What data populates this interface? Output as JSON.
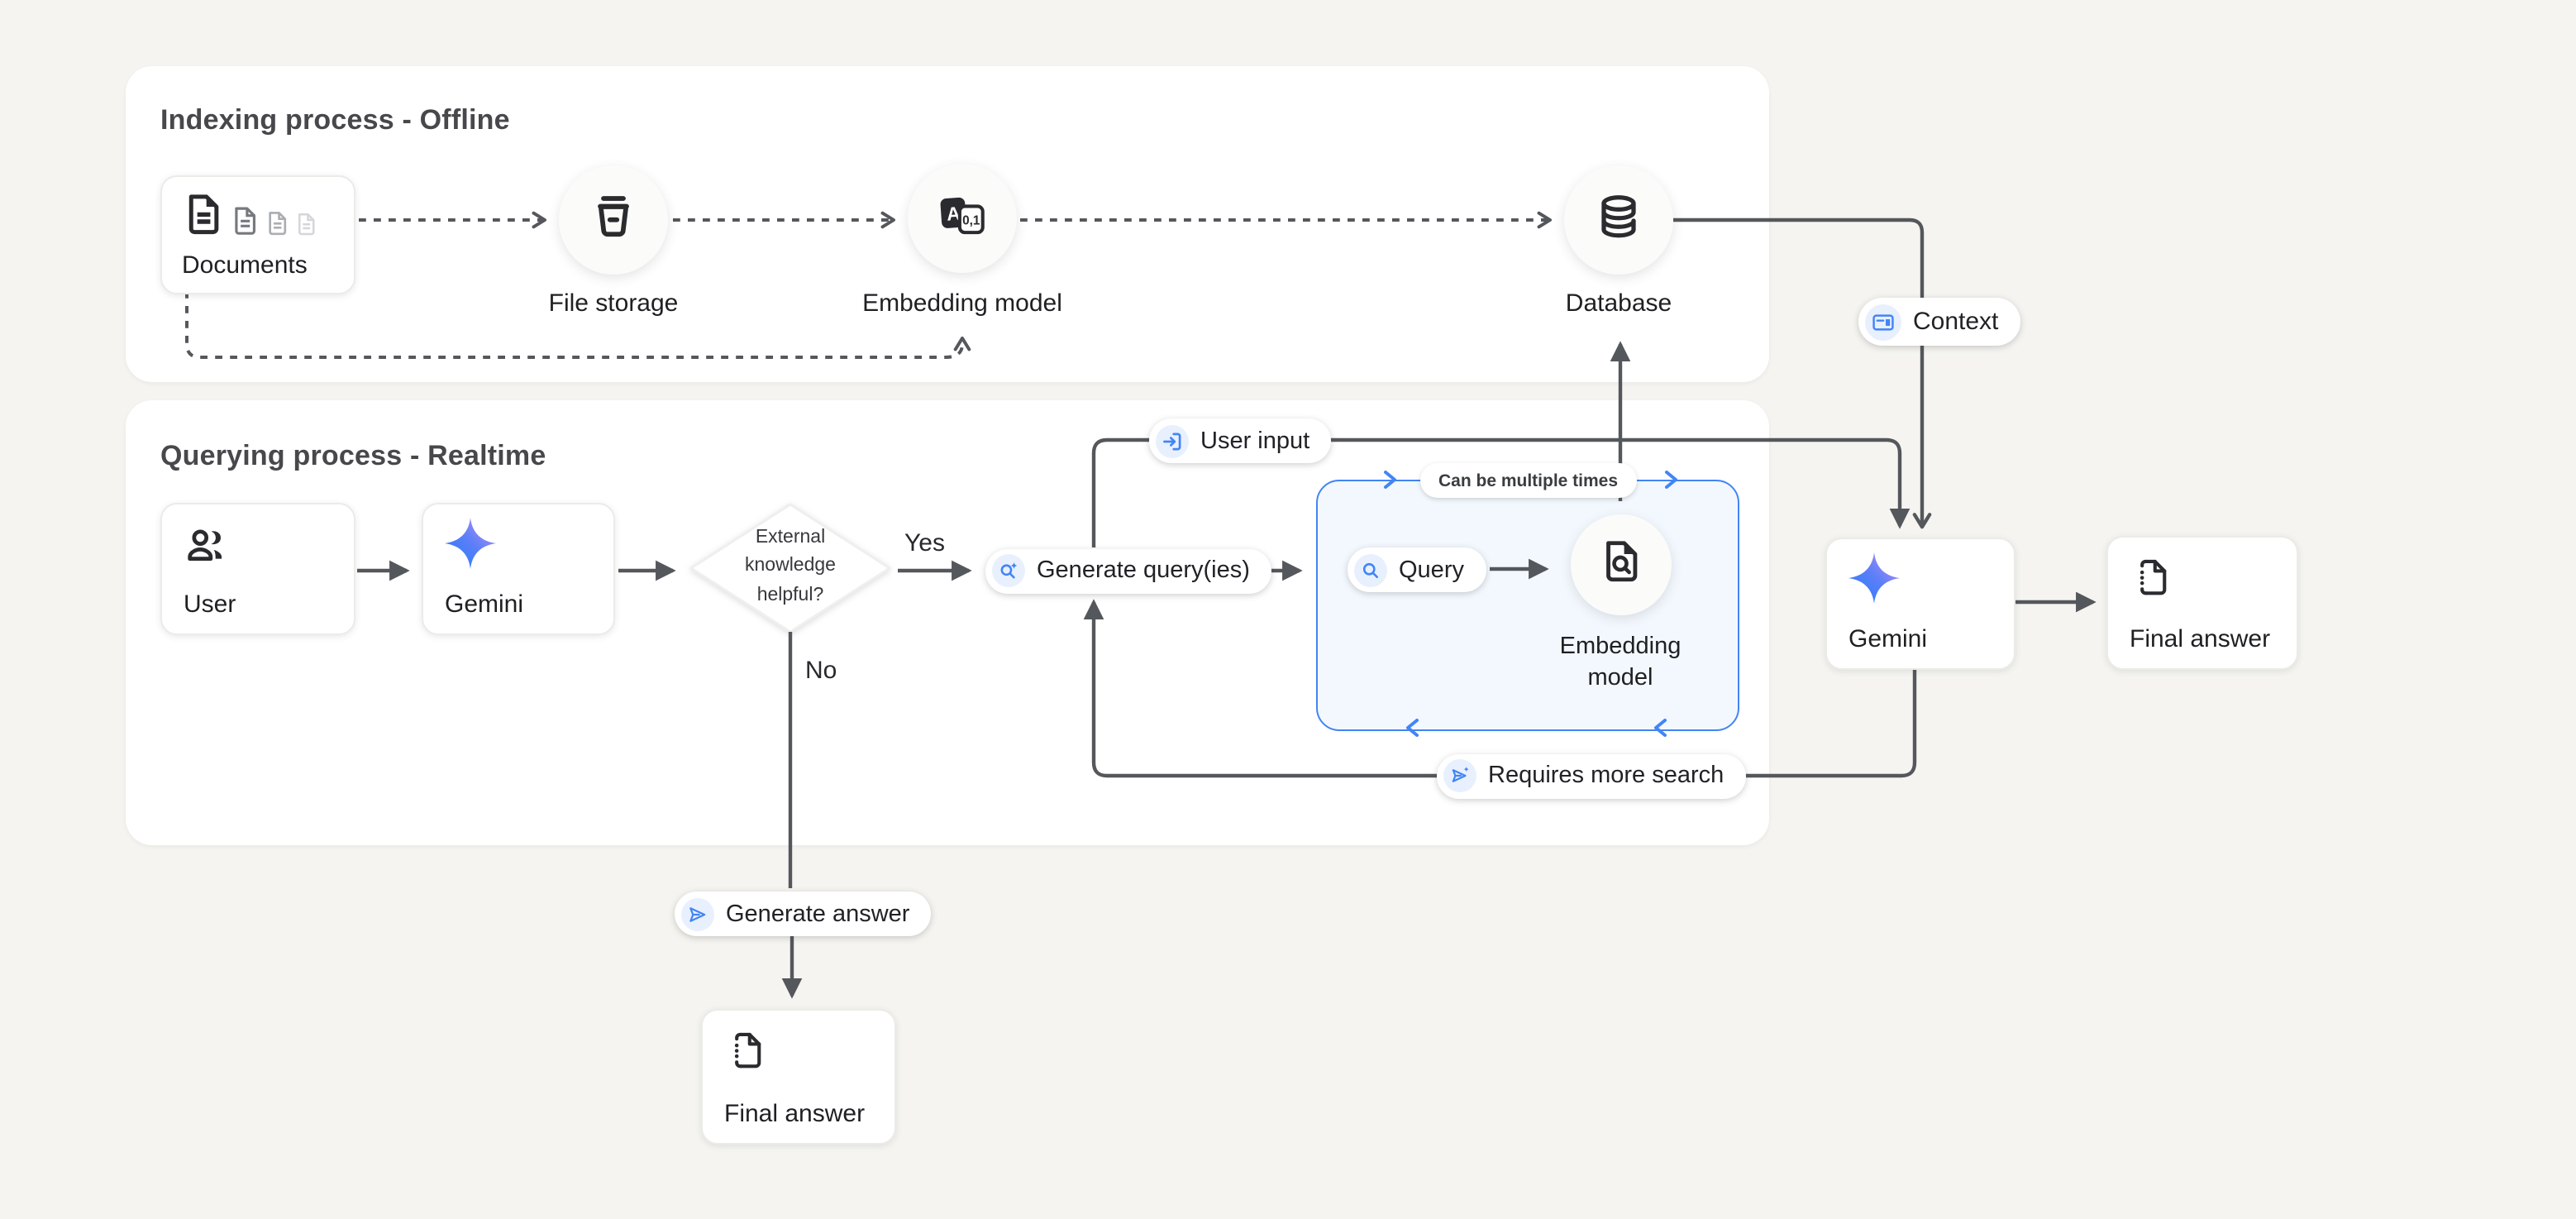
{
  "colors": {
    "background": "#f5f4f0",
    "panel": "#ffffff",
    "connector_gray": "#54575b",
    "google_blue": "#4285f4",
    "icon_chip_blue": "#e8f0fe",
    "loop_box_fill": "#f3f8fe",
    "text_dark": "#1e2022",
    "title_gray": "#46484b"
  },
  "indexing_panel": {
    "title": "Indexing process - Offline",
    "nodes": {
      "documents": "Documents",
      "file_storage": "File storage",
      "embedding_model": "Embedding model",
      "database": "Database"
    }
  },
  "querying_panel": {
    "title": "Querying process - Realtime",
    "nodes": {
      "user": "User",
      "gemini": "Gemini",
      "decision_lines": [
        "External",
        "knowledge",
        "helpful?"
      ],
      "generate_query": "Generate query(ies)",
      "query": "Query",
      "embedding_model_lines": [
        "Embedding",
        "model"
      ],
      "gemini_final": "Gemini",
      "final_answer_right": "Final answer",
      "final_answer_bottom": "Final answer"
    },
    "edge_labels": {
      "yes": "Yes",
      "no": "No"
    },
    "loop_box_note": "Can be multiple times",
    "pills": {
      "user_input": "User input",
      "context": "Context",
      "requires_more_search": "Requires more search",
      "generate_answer": "Generate answer"
    }
  },
  "icons": {
    "documents-icon": "stack of document pages fading out",
    "file-storage-icon": "storage bucket",
    "translate-embedding-icon": "A converted to 0,1",
    "database-icon": "database cylinder",
    "users-icon": "two people",
    "gemini-star-icon": "four-point gradient star",
    "search-spark-icon": "magnifier with sparkle",
    "search-icon": "magnifier",
    "doc-search-icon": "document with magnifier",
    "login-arrow-icon": "arrow entering a box",
    "article-icon": "card with text block",
    "send-spark-icon": "send plane with sparkle",
    "send-icon": "send plane",
    "draft-doc-icon": "document with dotted edge",
    "embedding_glyphs": {
      "letter": "A",
      "digits": "0,1"
    }
  }
}
